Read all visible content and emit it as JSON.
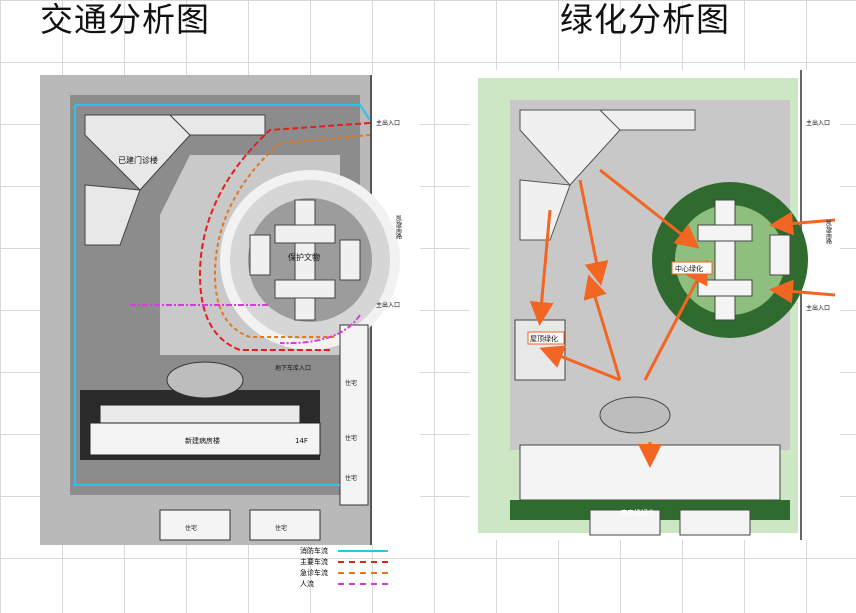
{
  "left": {
    "title": "交通分析图",
    "labels": {
      "existing_clinic": "已建门诊楼",
      "protected_relic": "保护文物",
      "new_ward": "新建病房楼",
      "floors": "14F",
      "main_entrance": "主出入口",
      "secondary_entrance": "主出入口",
      "underground_entrance": "地下车库入口",
      "residential_1": "住宅",
      "residential_2": "住宅",
      "residential_3": "住宅",
      "residential_bottom_1": "住宅",
      "residential_bottom_2": "住宅",
      "road_name": "凯旋南路"
    },
    "legend": [
      {
        "label": "消防车流",
        "color": "#29c4e8"
      },
      {
        "label": "主要车流",
        "color": "#e02020"
      },
      {
        "label": "急诊车流",
        "color": "#e07820"
      },
      {
        "label": "人流",
        "color": "#d040d8"
      }
    ]
  },
  "right": {
    "title": "绿化分析图",
    "labels": {
      "roof_green": "屋顶绿化",
      "center_green": "中心绿化",
      "ward_green": "病房楼绿化",
      "main_entrance": "主出入口",
      "secondary_entrance": "主出入口",
      "road_name": "凯旋南路"
    },
    "colors": {
      "arrow": "#f26522",
      "green_light": "#cde6c4",
      "green_dark": "#2f6b2f"
    }
  }
}
